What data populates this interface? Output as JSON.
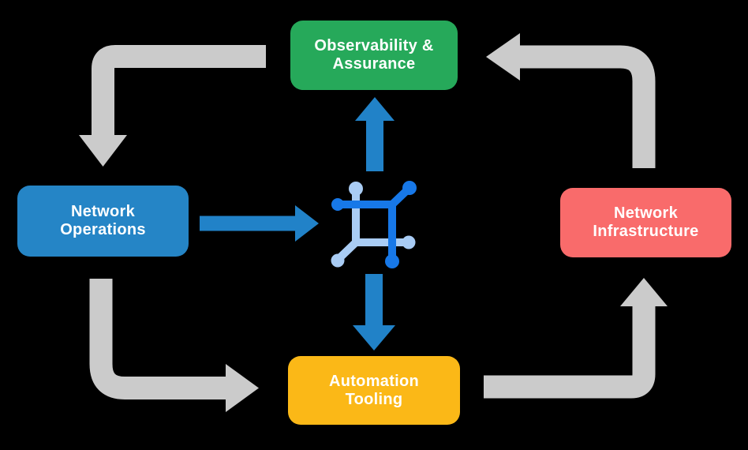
{
  "background": "#000000",
  "text_color": "#FFFFFF",
  "nodes": {
    "top": {
      "label": "Observability & Assurance",
      "lines": [
        "Observability &",
        "Assurance"
      ],
      "color": "#26A95A"
    },
    "left": {
      "label": "Network Operations",
      "lines": [
        "Network",
        "Operations"
      ],
      "color": "#2585C6"
    },
    "right": {
      "label": "Network Infrastructure",
      "lines": [
        "Network",
        "Infrastructure"
      ],
      "color": "#F96B6B"
    },
    "bottom": {
      "label": "Automation Tooling",
      "lines": [
        "Automation",
        "Tooling"
      ],
      "color": "#FBB817"
    }
  },
  "arrows": {
    "cycle_color": "#CBCBCB",
    "center_flow_color": "#2182C8",
    "cycle": [
      "observability-assurance to network-operations",
      "network-operations to automation-tooling",
      "automation-tooling to network-infrastructure",
      "network-infrastructure to observability-assurance"
    ],
    "center_flows": [
      "network-operations to center-icon",
      "center-icon to observability-assurance",
      "center-icon to automation-tooling"
    ]
  },
  "center_icon": {
    "name": "network-automation-icon",
    "dark_blue": "#1778E8",
    "light_blue": "#A9CCF4"
  }
}
